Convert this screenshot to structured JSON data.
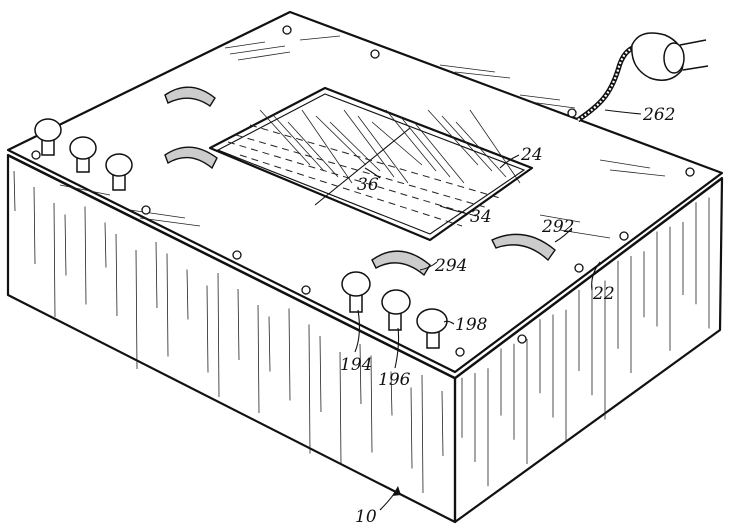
{
  "figure": {
    "reference_labels": {
      "device": "10",
      "top_panel": "22",
      "window_frame": "24",
      "window_glass": "34",
      "dashed_lines": "36",
      "knob_a": "194",
      "knob_b": "196",
      "knob_c": "198",
      "power_cord": "262",
      "handle_right": "292",
      "handle_front": "294"
    },
    "colors": {
      "ink": "#111111",
      "paper": "#ffffff"
    }
  }
}
